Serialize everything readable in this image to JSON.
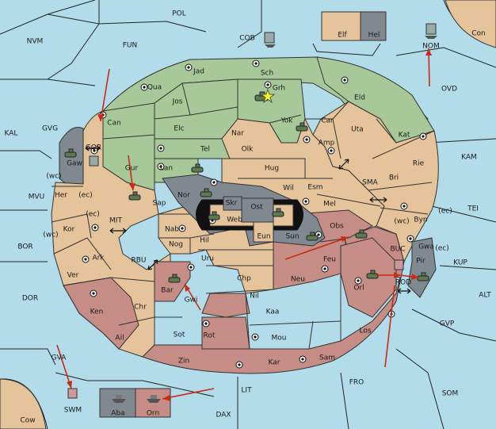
{
  "colors": {
    "sea": "#b2dcea",
    "power_green": "#a7c99a",
    "neutral_tan": "#e5c49b",
    "power_red": "#c58d86",
    "power_grey": "#808890",
    "order_arrow": "#cc2a12",
    "black_hole": "#111111"
  },
  "sea_labels": [
    {
      "id": "POL",
      "text": "POL"
    },
    {
      "id": "NVM",
      "text": "NVM"
    },
    {
      "id": "FUN",
      "text": "FUN"
    },
    {
      "id": "COB",
      "text": "COB"
    },
    {
      "id": "NOM",
      "text": "NOM"
    },
    {
      "id": "Con",
      "text": "Con"
    },
    {
      "id": "OVD",
      "text": "OVD"
    },
    {
      "id": "KAL",
      "text": "KAL"
    },
    {
      "id": "GVG",
      "text": "GVG"
    },
    {
      "id": "KAM",
      "text": "KAM"
    },
    {
      "id": "MVU",
      "text": "MVU"
    },
    {
      "id": "BOR",
      "text": "BOR"
    },
    {
      "id": "MIT",
      "text": "MIT"
    },
    {
      "id": "RBU",
      "text": "RBU"
    },
    {
      "id": "SMA",
      "text": "SMA"
    },
    {
      "id": "TEI",
      "text": "TEI"
    },
    {
      "id": "KUP",
      "text": "KUP"
    },
    {
      "id": "BUC",
      "text": "BUC"
    },
    {
      "id": "ROD",
      "text": "ROD"
    },
    {
      "id": "ALT",
      "text": "ALT"
    },
    {
      "id": "DOR",
      "text": "DOR"
    },
    {
      "id": "GVP",
      "text": "GVP"
    },
    {
      "id": "GVA",
      "text": "GVA"
    },
    {
      "id": "FRO",
      "text": "FRO"
    },
    {
      "id": "SOM",
      "text": "SOM"
    },
    {
      "id": "LIT",
      "text": "LIT"
    },
    {
      "id": "SWM",
      "text": "SWM"
    },
    {
      "id": "DAX",
      "text": "DAX"
    },
    {
      "id": "Cow",
      "text": "Cow"
    }
  ],
  "land_labels": [
    {
      "id": "Elf",
      "text": "Elf"
    },
    {
      "id": "Hel",
      "text": "Hel"
    },
    {
      "id": "Jad",
      "text": "Jad"
    },
    {
      "id": "Sch",
      "text": "Sch"
    },
    {
      "id": "Qua",
      "text": "Qua"
    },
    {
      "id": "Jos",
      "text": "Jos"
    },
    {
      "id": "Grh",
      "text": "Grh"
    },
    {
      "id": "Eld",
      "text": "Eld"
    },
    {
      "id": "Can",
      "text": "Can"
    },
    {
      "id": "Yok",
      "text": "Yok"
    },
    {
      "id": "Car",
      "text": "Car"
    },
    {
      "id": "Elc",
      "text": "Elc"
    },
    {
      "id": "Nar",
      "text": "Nar"
    },
    {
      "id": "Uta",
      "text": "Uta"
    },
    {
      "id": "Kat",
      "text": "Kat"
    },
    {
      "id": "GOR",
      "text": "GOR"
    },
    {
      "id": "Tel",
      "text": "Tel"
    },
    {
      "id": "Olk",
      "text": "Olk"
    },
    {
      "id": "Amp",
      "text": "Amp"
    },
    {
      "id": "Gaw",
      "text": "Gaw"
    },
    {
      "id": "Gur",
      "text": "Gur"
    },
    {
      "id": "Lan",
      "text": "Lan"
    },
    {
      "id": "Hug",
      "text": "Hug"
    },
    {
      "id": "Rie",
      "text": "Rie"
    },
    {
      "id": "Bri",
      "text": "Bri"
    },
    {
      "id": "Esm",
      "text": "Esm"
    },
    {
      "id": "Wil",
      "text": "Wil"
    },
    {
      "id": "Nor",
      "text": "Nor"
    },
    {
      "id": "Skr",
      "text": "Skr"
    },
    {
      "id": "Ost",
      "text": "Ost"
    },
    {
      "id": "Her",
      "text": "Her"
    },
    {
      "id": "Sap",
      "text": "Sap"
    },
    {
      "id": "Web",
      "text": "Web"
    },
    {
      "id": "Mel",
      "text": "Mel"
    },
    {
      "id": "Byn",
      "text": "Byn"
    },
    {
      "id": "Kor",
      "text": "Kor"
    },
    {
      "id": "Nab",
      "text": "Nab"
    },
    {
      "id": "Obs",
      "text": "Obs"
    },
    {
      "id": "Eun",
      "text": "Eun"
    },
    {
      "id": "Sun",
      "text": "Sun"
    },
    {
      "id": "Gwa",
      "text": "Gwa"
    },
    {
      "id": "Hil",
      "text": "Hil"
    },
    {
      "id": "Nog",
      "text": "Nog"
    },
    {
      "id": "Ark",
      "text": "Ark"
    },
    {
      "id": "Uru",
      "text": "Uru"
    },
    {
      "id": "Feu",
      "text": "Feu"
    },
    {
      "id": "Pir",
      "text": "Pir"
    },
    {
      "id": "Ver",
      "text": "Ver"
    },
    {
      "id": "Chp",
      "text": "Chp"
    },
    {
      "id": "Neu",
      "text": "Neu"
    },
    {
      "id": "Bar",
      "text": "Bar"
    },
    {
      "id": "Orl",
      "text": "Orl"
    },
    {
      "id": "Nil",
      "text": "Nil"
    },
    {
      "id": "Gwi",
      "text": "Gwi"
    },
    {
      "id": "Ken",
      "text": "Ken"
    },
    {
      "id": "Chr",
      "text": "Chr"
    },
    {
      "id": "Kaa",
      "text": "Kaa"
    },
    {
      "id": "Los",
      "text": "Los"
    },
    {
      "id": "Ail",
      "text": "Ail"
    },
    {
      "id": "Sot",
      "text": "Sot"
    },
    {
      "id": "Rot",
      "text": "Rot"
    },
    {
      "id": "Mou",
      "text": "Mou"
    },
    {
      "id": "Zin",
      "text": "Zin"
    },
    {
      "id": "Kar",
      "text": "Kar"
    },
    {
      "id": "Sam",
      "text": "Sam"
    },
    {
      "id": "Aba",
      "text": "Aba"
    },
    {
      "id": "Orn",
      "text": "Orn"
    }
  ],
  "coast_labels": [
    {
      "id": "wc1",
      "text": "(wc)"
    },
    {
      "id": "ec1",
      "text": "(ec)"
    },
    {
      "id": "ec2",
      "text": "(ec)"
    },
    {
      "id": "wc2",
      "text": "(wc)"
    },
    {
      "id": "wc3",
      "text": "(wc)"
    },
    {
      "id": "ec3",
      "text": "(ec)"
    },
    {
      "id": "ec4",
      "text": "(ec)"
    }
  ]
}
